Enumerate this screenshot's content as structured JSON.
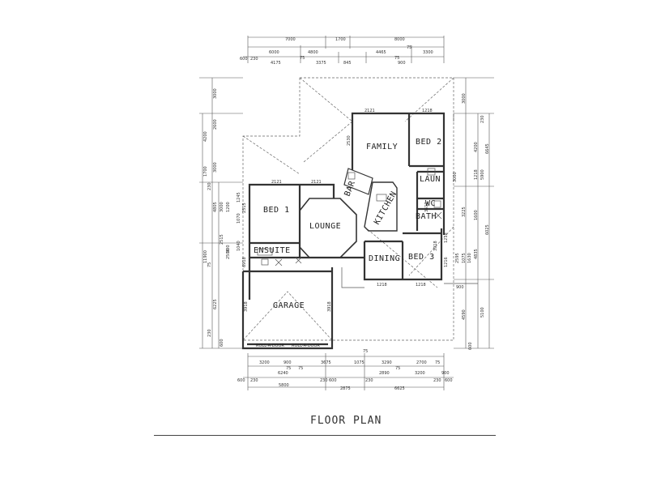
{
  "title": "FLOOR PLAN",
  "rooms": {
    "family": "FAMILY",
    "bed2": "BED 2",
    "bed1": "BED 1",
    "lounge": "LOUNGE",
    "bar": "BAR",
    "kitchen": "KITCHEN",
    "laun": "LAUN",
    "wc": "WC",
    "bath": "BATH",
    "ensuite": "ENSUITE",
    "dining": "DINING",
    "bed3": "BED 3",
    "garage": "GARAGE"
  },
  "doors": {
    "garage_left": "ROLL-A-DOOR",
    "garage_right": "ROLL-A-DOOR"
  },
  "dimensions": {
    "top": {
      "row1": [
        "7000",
        "1700",
        "8000"
      ],
      "row2": [
        "6000",
        "4800",
        "4465",
        "75",
        "3300"
      ],
      "row3": [
        "600",
        "230",
        "4175",
        "75",
        "3375",
        "845",
        "75",
        "900"
      ]
    },
    "bottom": {
      "row1": [
        "3200",
        "900",
        "3675",
        "75",
        "1075",
        "3290",
        "2700",
        "75"
      ],
      "row2": [
        "6240",
        "75",
        "75",
        "2890",
        "75",
        "3200",
        "900"
      ],
      "row3": [
        "600",
        "230",
        "230",
        "600",
        "230",
        "230",
        "600"
      ],
      "row4": [
        "5800",
        "2875",
        "6625"
      ]
    },
    "left": [
      "3000",
      "2600",
      "4200",
      "1700",
      "3000",
      "11900",
      "4805",
      "6225",
      "230",
      "600",
      "3000",
      "1200",
      "2515",
      "2500",
      "900",
      "75",
      "230"
    ],
    "right": [
      "3000",
      "230",
      "4200",
      "6645",
      "1218",
      "5900",
      "3225",
      "1600",
      "4835",
      "6025",
      "1075",
      "1630",
      "2595",
      "4590",
      "5100",
      "600"
    ],
    "interior": [
      "2121",
      "1218",
      "2121",
      "2121",
      "3000",
      "1218",
      "1218",
      "2530",
      "3612",
      "1216",
      "1218",
      "900",
      "3918",
      "3918",
      "6918",
      "3918",
      "2515",
      "1245",
      "1070",
      "1040"
    ]
  }
}
